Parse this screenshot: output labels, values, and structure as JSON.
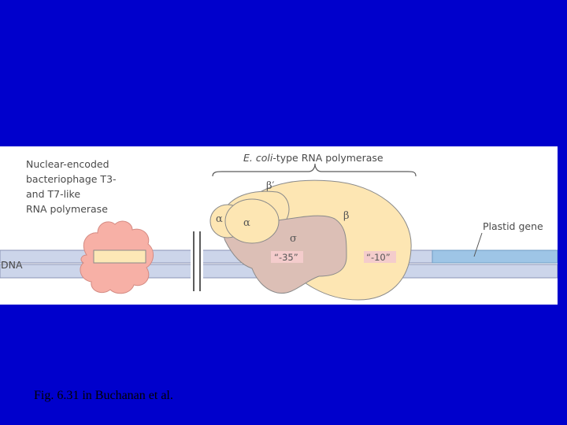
{
  "colors": {
    "slide_background": "#0000cc",
    "panel_background": "#ffffff",
    "dna_strand": "#ccd5ea",
    "dna_outline": "#8a93b5",
    "plastid_gene": "#9ec5e6",
    "nep_enzyme": "#f7b0a6",
    "nep_inner_box": "#fde8b6",
    "pep_beta": "#fde6b3",
    "pep_sigma": "#dcbfb6",
    "promoter_box": "#f4cccc"
  },
  "diagram": {
    "nep_label_lines": [
      "Nuclear-encoded",
      "bacteriophage T3-",
      "and T7-like",
      "RNA polymerase"
    ],
    "dna_label": "DNA",
    "pep_label_italic": "E. coli",
    "pep_label_rest": "-type RNA polymerase",
    "plastid_gene_label": "Plastid gene",
    "subunits": {
      "beta_prime": "β′",
      "alpha_1": "α",
      "alpha_2": "α",
      "beta": "β",
      "sigma": "σ"
    },
    "promoter_minus35": "“-35”",
    "promoter_minus10": "“-10”"
  },
  "caption": "Fig. 6.31 in Buchanan et al."
}
